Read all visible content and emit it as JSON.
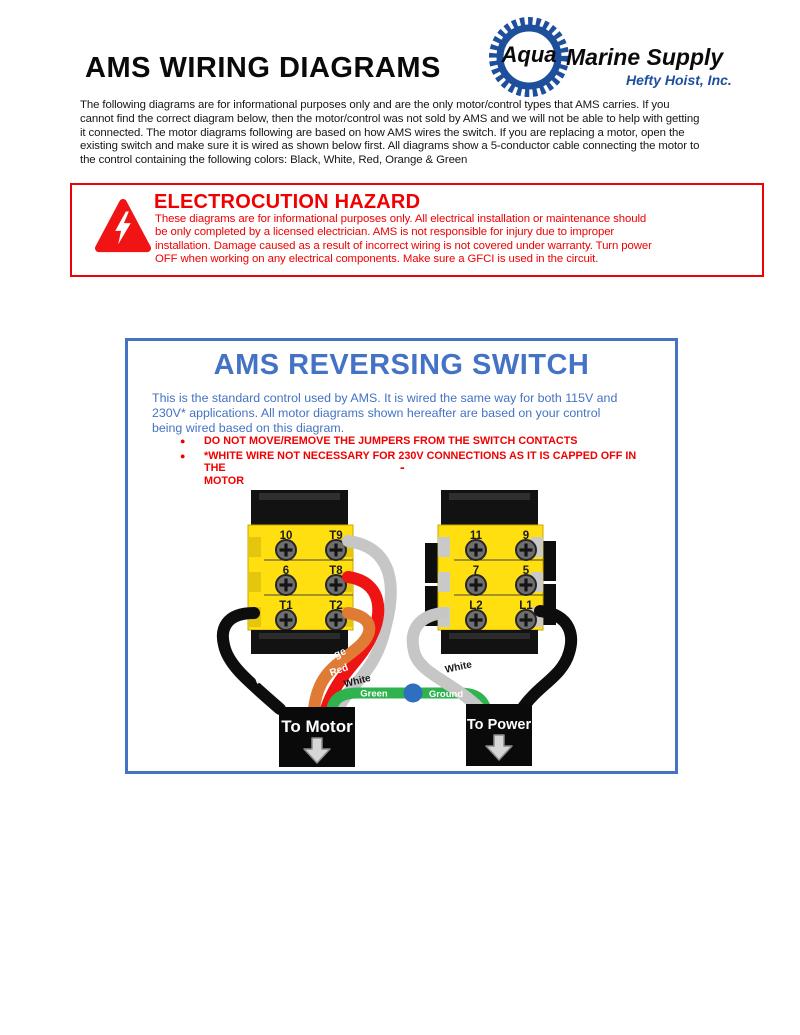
{
  "header": {
    "title": "AMS WIRING DIAGRAMS",
    "logo": {
      "gear_word": "Aqua",
      "name": "Marine Supply",
      "subtitle": "Hefty Hoist, Inc.",
      "blue": "#1e4f9c"
    }
  },
  "intro": "The following diagrams are for informational purposes only and are the only motor/control types that AMS carries.  If you\ncannot find the correct diagram below, then the motor/control was not sold by AMS and we will not be able to help with getting\nit connected.  The motor diagrams following are based on how AMS wires the switch.  If you are replacing a motor, open the\nexisting switch and make sure it is wired as shown below first. All diagrams show a 5-conductor cable connecting the motor to\nthe control containing the following colors: Black, White, Red, Orange & Green",
  "hazard": {
    "title": "ELECTROCUTION HAZARD",
    "body": "These diagrams are for informational purposes only.  All electrical installation or maintenance should\nbe only completed by a licensed electrician.  AMS is not responsible for injury due to improper\ninstallation.  Damage caused as a result of incorrect wiring is not covered under warranty.  Turn power\nOFF when working on any electrical components.  Make sure a GFCI is used in the circuit.",
    "color": "#f00000"
  },
  "panel": {
    "title": "AMS REVERSING SWITCH",
    "body": "This is the standard control used by AMS.  It is wired the same way for both 115V and\n230V* applications.  All motor diagrams shown hereafter are based on your control\nbeing wired based on this diagram.",
    "bullets": [
      "DO NOT MOVE/REMOVE THE JUMPERS FROM THE SWITCH CONTACTS",
      "*WHITE WIRE NOT NECESSARY FOR 230V CONNECTIONS AS IT IS CAPPED OFF IN THE\nMOTOR"
    ],
    "dash": "-",
    "accent": "#4472c4"
  },
  "diagram": {
    "left_block": {
      "terminals": [
        [
          "10",
          "T9"
        ],
        [
          "6",
          "T8"
        ],
        [
          "T1",
          "T2"
        ]
      ]
    },
    "right_block": {
      "terminals": [
        [
          "11",
          "9"
        ],
        [
          "7",
          "5"
        ],
        [
          "L2",
          "L1"
        ]
      ]
    },
    "wire_labels": {
      "black_motor": "Black",
      "orange": "Orange",
      "red": "Red",
      "white_motor": "White",
      "green": "Green",
      "ground": "Ground",
      "white_power": "White",
      "black_power": "Black"
    },
    "motor_box": "To Motor",
    "power_box": "To Power",
    "colors": {
      "terminal_yellow": "#ffdf10",
      "wire_black": "#0d0d0d",
      "wire_orange": "#e07b35",
      "wire_red": "#ee1414",
      "wire_white": "#c6c6c6",
      "wire_green": "#2eb34f",
      "ground_dot_blue": "#2e6fc0"
    }
  }
}
